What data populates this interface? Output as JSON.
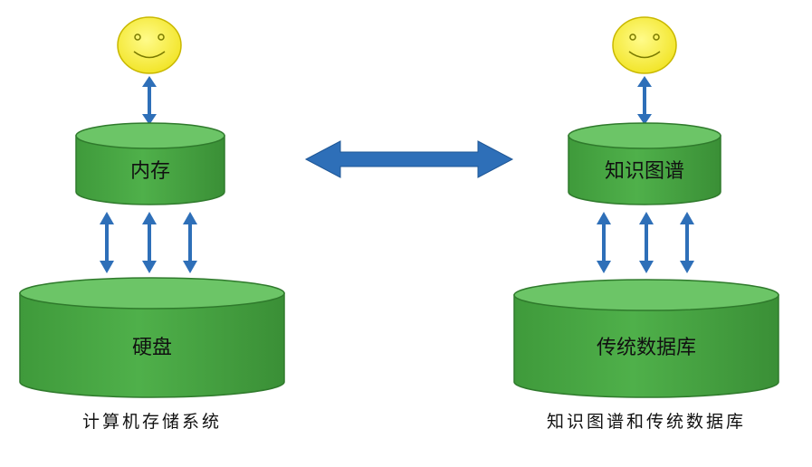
{
  "left_system": {
    "top_box_label": "内存",
    "bottom_box_label": "硬盘",
    "caption": "计算机存储系统"
  },
  "right_system": {
    "top_box_label": "知识图谱",
    "bottom_box_label": "传统数据库",
    "caption": "知识图谱和传统数据库"
  },
  "colors": {
    "cylinder_fill": "#49a845",
    "cylinder_top": "#6cc567",
    "cylinder_stroke": "#2f7a2c",
    "arrow": "#2e6fb8",
    "face_fill": "#f7ef35",
    "face_stroke": "#c9b800"
  },
  "icons": [
    "smiley-face-icon",
    "double-arrow-icon"
  ]
}
